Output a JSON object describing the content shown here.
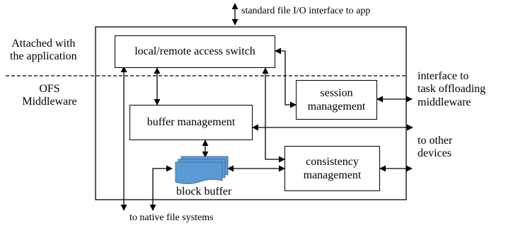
{
  "labels": {
    "app_interface": "standard file I/O interface to app",
    "attached_line1": "Attached with",
    "attached_line2": "the application",
    "ofs_line1": "OFS",
    "ofs_line2": "Middleware",
    "offload_line1": "interface to",
    "offload_line2": "task offloading",
    "offload_line3": "middleware",
    "other_line1": "to other",
    "other_line2": "devices",
    "native": "to native file systems",
    "block_buffer": "block buffer"
  },
  "boxes": {
    "access_switch": "local/remote access switch",
    "session_line1": "session",
    "session_line2": "management",
    "buffer_mgmt": "buffer management",
    "consistency_line1": "consistency",
    "consistency_line2": "management"
  },
  "colors": {
    "block_buffer_fill": "#5b9bd5",
    "block_buffer_stroke": "#41719c",
    "line": "#000000"
  }
}
